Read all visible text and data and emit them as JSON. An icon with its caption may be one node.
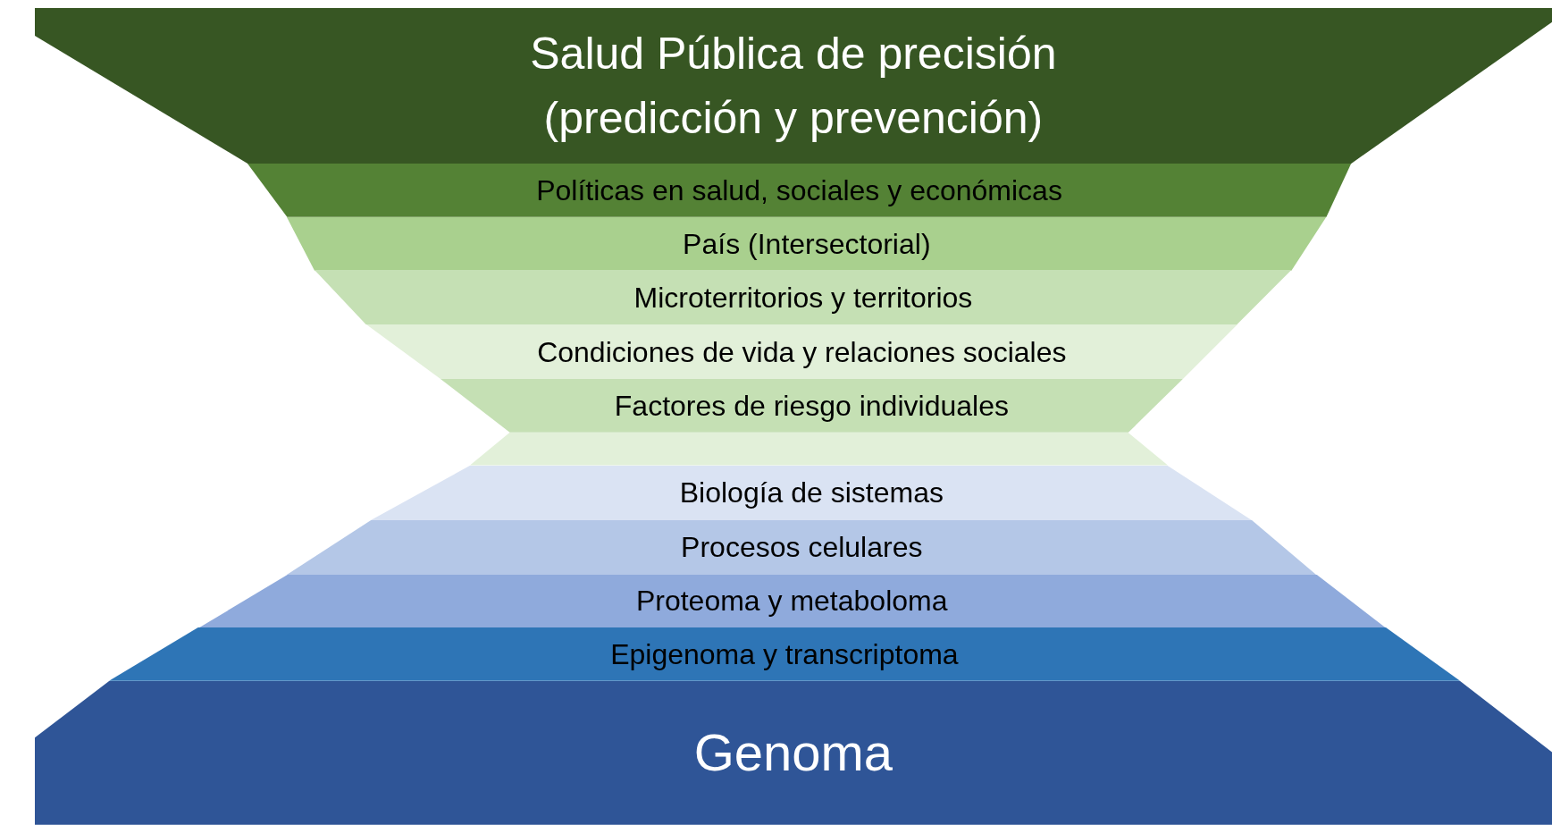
{
  "diagram": {
    "nodes": [
      {
        "text": [
          "Salud Pública de precisión (predicción y prevención)"
        ]
      },
      {
        "text": [
          "Políticas en salud, sociales y económicas"
        ]
      },
      {
        "text": [
          "País (Intersectorial)"
        ]
      },
      {
        "text": [
          "Microterritorios y territorios"
        ]
      },
      {
        "text": [
          "Condiciones de vida y relaciones sociales"
        ]
      },
      {
        "text": [
          "Factores de riesgo individuales"
        ]
      },
      {
        "text": [],
        "shape": "band"
      },
      {
        "text": [
          "Biología de sistemas"
        ]
      },
      {
        "text": [
          "Procesos celulares"
        ]
      },
      {
        "text": [
          "Proteoma y metaboloma"
        ]
      },
      {
        "text": [
          "Epigenoma y transcriptoma"
        ]
      },
      {
        "text": [
          "Genoma"
        ]
      }
    ]
  }
}
